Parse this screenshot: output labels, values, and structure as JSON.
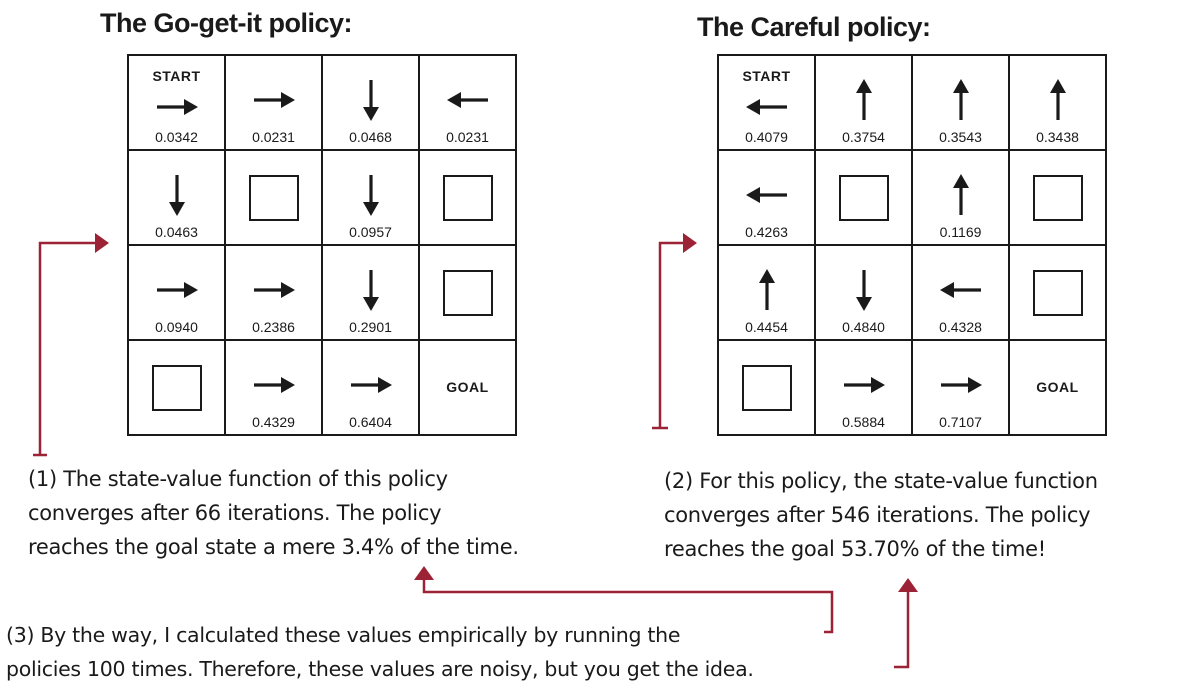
{
  "policies": [
    {
      "title": "The Go-get-it policy:",
      "cells": [
        {
          "label": "START",
          "dir": "right",
          "value": "0.0342"
        },
        {
          "dir": "right",
          "value": "0.0231"
        },
        {
          "dir": "down",
          "value": "0.0468"
        },
        {
          "dir": "left",
          "value": "0.0231"
        },
        {
          "dir": "down",
          "value": "0.0463"
        },
        {
          "hole": true
        },
        {
          "dir": "down",
          "value": "0.0957"
        },
        {
          "hole": true
        },
        {
          "dir": "right",
          "value": "0.0940"
        },
        {
          "dir": "right",
          "value": "0.2386"
        },
        {
          "dir": "down",
          "value": "0.2901"
        },
        {
          "hole": true
        },
        {
          "hole": true
        },
        {
          "dir": "right",
          "value": "0.4329"
        },
        {
          "dir": "right",
          "value": "0.6404"
        },
        {
          "goal": "GOAL"
        }
      ]
    },
    {
      "title": "The Careful policy:",
      "cells": [
        {
          "label": "START",
          "dir": "left",
          "value": "0.4079"
        },
        {
          "dir": "up",
          "value": "0.3754"
        },
        {
          "dir": "up",
          "value": "0.3543"
        },
        {
          "dir": "up",
          "value": "0.3438"
        },
        {
          "dir": "left",
          "value": "0.4263"
        },
        {
          "hole": true
        },
        {
          "dir": "up",
          "value": "0.1169"
        },
        {
          "hole": true
        },
        {
          "dir": "up",
          "value": "0.4454"
        },
        {
          "dir": "down",
          "value": "0.4840"
        },
        {
          "dir": "left",
          "value": "0.4328"
        },
        {
          "hole": true
        },
        {
          "hole": true
        },
        {
          "dir": "right",
          "value": "0.5884"
        },
        {
          "dir": "right",
          "value": "0.7107"
        },
        {
          "goal": "GOAL"
        }
      ]
    }
  ],
  "notes": {
    "note1": {
      "line1": "(1) The state-value function of this policy",
      "line2": "converges after 66 iterations. The policy",
      "line3": "reaches the goal state a mere 3.4% of the time."
    },
    "note2": {
      "line1": "(2) For this policy, the state-value function",
      "line2": "converges after 546 iterations. The policy",
      "line3": "reaches the goal 53.70% of the time!"
    },
    "note3": {
      "line1": "(3) By the way, I calculated these values empirically by running the",
      "line2": "policies 100 times. Therefore, these values are noisy, but you get the idea."
    }
  },
  "colors": {
    "connector": "#9b2335",
    "ink": "#1a1a1a"
  }
}
